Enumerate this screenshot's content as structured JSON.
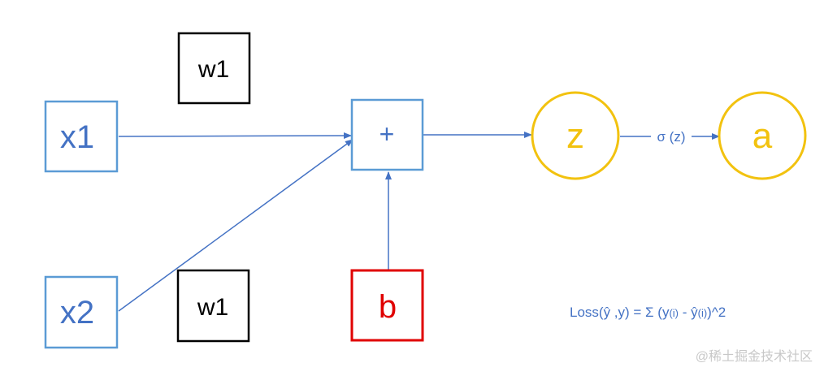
{
  "nodes": {
    "x1": "x1",
    "x2": "x2",
    "w1_top": "w1",
    "w1_bottom": "w1",
    "sum": "+",
    "bias": "b",
    "z": "z",
    "a": "a"
  },
  "edge_labels": {
    "activation": "σ (z)"
  },
  "formula": {
    "p1": "Loss(ŷ ,y) =  Σ (y",
    "s1": "(i)",
    "p2": " - ŷ",
    "s2": "(i)",
    "p3": ")^2"
  },
  "watermark": "@稀土掘金技术社区",
  "colors": {
    "input_box": "#5b9bd5",
    "input_text": "#4472c4",
    "weight_box": "#000000",
    "bias_box": "#e00000",
    "node_circle": "#f2c20f",
    "arrow": "#4472c4",
    "watermark": "#c8c8c8"
  }
}
